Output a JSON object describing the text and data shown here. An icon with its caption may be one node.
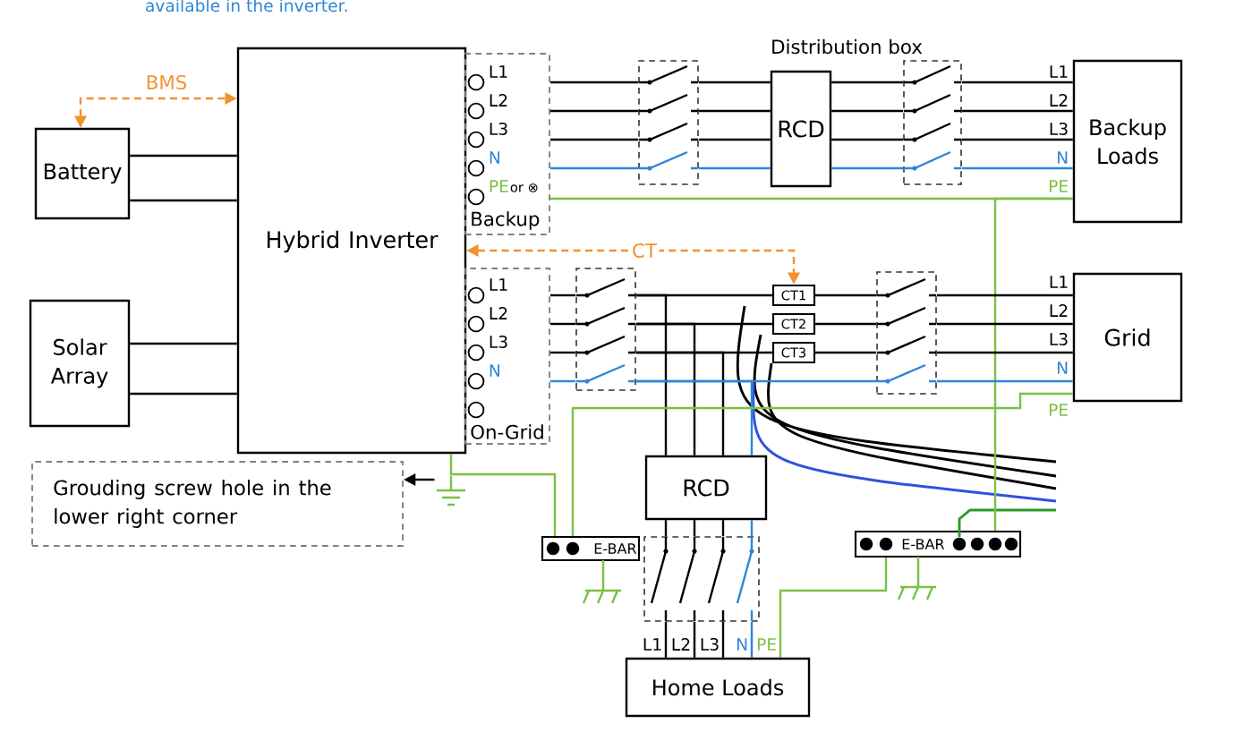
{
  "diagram": {
    "nodes": [
      {
        "text": [
          "Battery"
        ]
      },
      {
        "text": [
          "Solar Array"
        ]
      },
      {
        "text": [
          "Hybrid Inverter"
        ]
      },
      {
        "text": [
          "Backup"
        ]
      },
      {
        "text": [
          "On-Grid"
        ]
      },
      {
        "text": [
          "RCD"
        ],
        "beside": [
          "Distribution box"
        ]
      },
      {
        "text": [
          "Backup Loads"
        ]
      },
      {
        "text": [
          "Grid"
        ]
      },
      {
        "text": [
          "CT1"
        ]
      },
      {
        "text": [
          "CT2"
        ]
      },
      {
        "text": [
          "CT3"
        ]
      },
      {
        "text": [
          "RCD"
        ]
      },
      {
        "text": [
          "Home Loads"
        ]
      },
      {
        "text": [
          "Grouding screw hole in the lower right corner"
        ]
      },
      {
        "text": [
          "E-BAR"
        ]
      },
      {
        "text": [
          "E-BAR"
        ]
      },
      {
        "text": [],
        "shape": "box"
      },
      {
        "text": [],
        "shape": "box"
      },
      {
        "text": [],
        "shape": "box"
      },
      {
        "text": [],
        "shape": "box"
      },
      {
        "text": [],
        "shape": "box"
      },
      {
        "text": [],
        "shape": "picture"
      }
    ],
    "edges": [
      {
        "from": 0,
        "to": 2,
        "arrow": "both",
        "label": "BMS",
        "style": "dashed",
        "color": "#f0922e"
      },
      {
        "from": 0,
        "to": 2,
        "arrow": "none"
      },
      {
        "from": 0,
        "to": 2,
        "arrow": "none"
      },
      {
        "from": 1,
        "to": 2,
        "arrow": "none"
      },
      {
        "from": 1,
        "to": 2,
        "arrow": "none"
      },
      {
        "from": 2,
        "to": 8,
        "arrow": "both",
        "label": "CT",
        "style": "dashed",
        "color": "#f0922e"
      },
      {
        "from": 3,
        "to": 16,
        "arrow": "none"
      },
      {
        "from": 3,
        "to": 16,
        "arrow": "none"
      },
      {
        "from": 3,
        "to": 16,
        "arrow": "none"
      },
      {
        "from": 3,
        "to": 16,
        "arrow": "none",
        "color": "#2e86d6"
      },
      {
        "from": 16,
        "to": 5,
        "arrow": "none"
      },
      {
        "from": 16,
        "to": 5,
        "arrow": "none"
      },
      {
        "from": 16,
        "to": 5,
        "arrow": "none"
      },
      {
        "from": 16,
        "to": 5,
        "arrow": "none",
        "color": "#2e86d6"
      },
      {
        "from": 5,
        "to": 17,
        "arrow": "none"
      },
      {
        "from": 5,
        "to": 17,
        "arrow": "none"
      },
      {
        "from": 5,
        "to": 17,
        "arrow": "none"
      },
      {
        "from": 5,
        "to": 17,
        "arrow": "none",
        "color": "#2e86d6"
      },
      {
        "from": 17,
        "to": 6,
        "arrow": "none"
      },
      {
        "from": 17,
        "to": 6,
        "arrow": "none"
      },
      {
        "from": 17,
        "to": 6,
        "arrow": "none"
      },
      {
        "from": 17,
        "to": 6,
        "arrow": "none",
        "color": "#2e86d6"
      },
      {
        "from": 3,
        "to": 6,
        "arrow": "none",
        "color": "#7ac143"
      },
      {
        "from": 6,
        "to": 15,
        "arrow": "none",
        "color": "#7ac143"
      },
      {
        "from": 4,
        "to": 18,
        "arrow": "none"
      },
      {
        "from": 4,
        "to": 18,
        "arrow": "none"
      },
      {
        "from": 4,
        "to": 18,
        "arrow": "none"
      },
      {
        "from": 4,
        "to": 18,
        "arrow": "none",
        "color": "#2e86d6"
      },
      {
        "from": 18,
        "to": 8,
        "arrow": "none"
      },
      {
        "from": 18,
        "to": 9,
        "arrow": "none"
      },
      {
        "from": 18,
        "to": 10,
        "arrow": "none"
      },
      {
        "from": 8,
        "to": 19,
        "arrow": "none"
      },
      {
        "from": 9,
        "to": 19,
        "arrow": "none"
      },
      {
        "from": 10,
        "to": 19,
        "arrow": "none"
      },
      {
        "from": 18,
        "to": 19,
        "arrow": "none",
        "color": "#2e86d6"
      },
      {
        "from": 19,
        "to": 7,
        "arrow": "none"
      },
      {
        "from": 19,
        "to": 7,
        "arrow": "none"
      },
      {
        "from": 19,
        "to": 7,
        "arrow": "none"
      },
      {
        "from": 19,
        "to": 7,
        "arrow": "none",
        "color": "#2e86d6"
      },
      {
        "from": 18,
        "to": 11,
        "arrow": "none"
      },
      {
        "from": 18,
        "to": 11,
        "arrow": "none"
      },
      {
        "from": 18,
        "to": 11,
        "arrow": "none"
      },
      {
        "from": 18,
        "to": 11,
        "arrow": "none",
        "color": "#2e86d6"
      },
      {
        "from": 11,
        "to": 20,
        "arrow": "none"
      },
      {
        "from": 11,
        "to": 20,
        "arrow": "none"
      },
      {
        "from": 11,
        "to": 20,
        "arrow": "none"
      },
      {
        "from": 11,
        "to": 20,
        "arrow": "none",
        "color": "#2e86d6"
      },
      {
        "from": 20,
        "to": 12,
        "arrow": "none"
      },
      {
        "from": 20,
        "to": 12,
        "arrow": "none"
      },
      {
        "from": 20,
        "to": 12,
        "arrow": "none"
      },
      {
        "from": 20,
        "to": 12,
        "arrow": "none",
        "color": "#2e86d6"
      },
      {
        "from": 14,
        "to": 7,
        "arrow": "none",
        "color": "#7ac143"
      },
      {
        "from": 2,
        "to": 14,
        "arrow": "none",
        "color": "#7ac143"
      },
      {
        "from": 15,
        "to": 12,
        "arrow": "none",
        "color": "#7ac143"
      },
      {
        "from": 21,
        "to": 13,
        "arrow": "to"
      }
    ],
    "labels": [
      "available in the inverter.",
      "L1",
      "L2",
      "L3",
      "N",
      "PE",
      "or ⊗",
      "L1",
      "L2",
      "L3",
      "N",
      "L1",
      "L2",
      "L3",
      "N",
      "PE",
      "L1",
      "L2",
      "L3",
      "N",
      "PE",
      "L1",
      "L2",
      "L3",
      "N",
      "PE"
    ]
  }
}
